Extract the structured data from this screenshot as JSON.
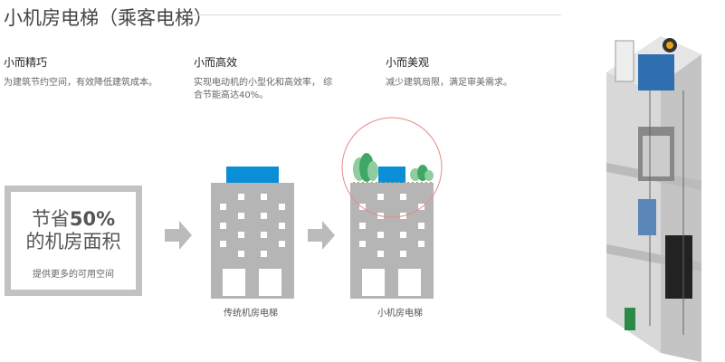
{
  "header": {
    "title": "小机房电梯（乘客电梯）"
  },
  "features": [
    {
      "title": "小而精巧",
      "desc": "为建筑节约空间，有效降低建筑成本。"
    },
    {
      "title": "小而高效",
      "desc": "实现电动机的小型化和高效率， 综合节能高达40%。"
    },
    {
      "title": "小而美观",
      "desc": "减少建筑局限，满足审美需求。"
    }
  ],
  "savings": {
    "line1_prefix": "节省",
    "line1_value": "50%",
    "line2": "的机房面积",
    "sub": "提供更多的可用空间"
  },
  "buildings": [
    {
      "caption": "传统机房电梯"
    },
    {
      "caption": "小机房电梯"
    }
  ],
  "colors": {
    "roof": "#0a8fd6",
    "building": "#b5b5b5",
    "tree": "#4caf6a",
    "circle": "#e58a8a"
  }
}
